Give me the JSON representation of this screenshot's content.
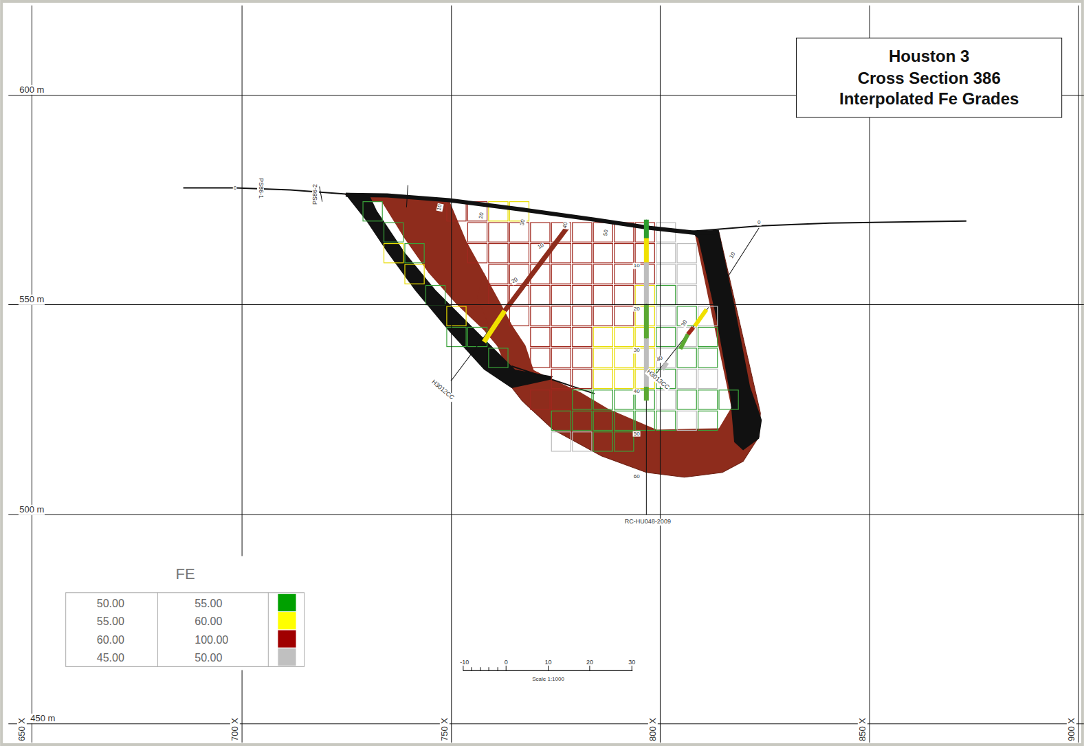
{
  "diagram": {
    "title": "Houston 3",
    "labels": [
      "600 m",
      "550 m",
      "500 m",
      "450 m",
      "650 X",
      "700 X",
      "750 X",
      "800 X",
      "850 X",
      "900 X",
      "Cross Section 386",
      "Interpolated Fe Grades",
      "FE",
      "PS86-1",
      "PS86-2",
      "H3012CC",
      "H3013CC",
      "RC-HU048-2009",
      "10",
      "20",
      "30",
      "40",
      "50",
      "60",
      "10",
      "20",
      "30",
      "40",
      "50",
      "10",
      "20",
      "30",
      "40",
      "0",
      "10",
      "0",
      "-10",
      "0",
      "10",
      "20",
      "30",
      "Scale 1:1000"
    ],
    "legend": [
      {
        "text": "50.00 55.00",
        "color": "#00a000"
      },
      {
        "text": "55.00 60.00",
        "color": "#ffff00"
      },
      {
        "text": "60.00 100.00",
        "color": "#a00000"
      },
      {
        "text": "45.00 50.00",
        "color": "#c0c0c0"
      }
    ]
  }
}
